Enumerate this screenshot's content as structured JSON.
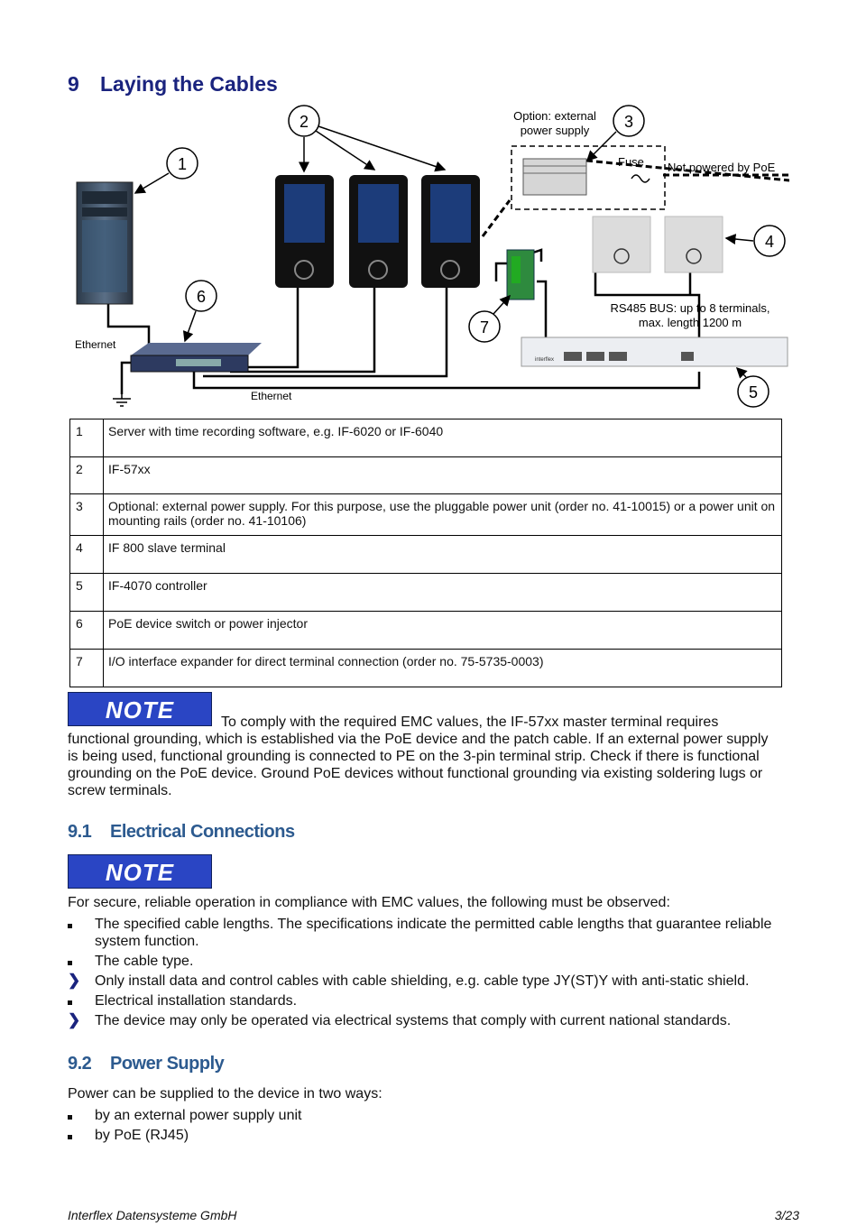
{
  "heading": {
    "number": "9",
    "title": "Laying the Cables"
  },
  "diagram": {
    "callouts": [
      "1",
      "2",
      "3",
      "4",
      "5",
      "6",
      "7"
    ],
    "option_label_1": "Option: external",
    "option_label_2": "power supply",
    "fuse_label": "Fuse",
    "not_powered_label": "Not powered by PoE",
    "rs485_label_1": "RS485 BUS: up to 8 terminals,",
    "rs485_label_2": "max. length 1200 m",
    "ethernet_left": "Ethernet",
    "ethernet_bottom": "Ethernet",
    "controller_brand": "interflex"
  },
  "legend": [
    {
      "num": "1",
      "text": "Server with time recording software, e.g. IF-6020 or IF-6040"
    },
    {
      "num": "2",
      "text": "IF-57xx"
    },
    {
      "num": "3",
      "text": "Optional: external power supply. For this purpose, use the pluggable power unit (order no. 41-10015) or a power unit on mounting rails (order no. 41-10106)"
    },
    {
      "num": "4",
      "text": "IF 800 slave terminal"
    },
    {
      "num": "5",
      "text": "IF-4070 controller"
    },
    {
      "num": "6",
      "text": "PoE device switch or power injector"
    },
    {
      "num": "7",
      "text": "I/O interface expander for direct terminal connection (order no. 75-5735-0003)"
    }
  ],
  "note_label": "NOTE",
  "note_text": "To comply with the required EMC values, the IF-57xx master terminal requires functional grounding, which is established via the PoE device and the patch cable. If an external power supply is being used, functional grounding is connected to PE on the 3-pin terminal strip. Check if there is functional grounding on the PoE device. Ground PoE devices without functional grounding via existing soldering lugs or screw terminals.",
  "section_91": {
    "number": "9.1",
    "title": "Electrical Connections",
    "note_label": "NOTE",
    "intro": "For secure, reliable operation in compliance with EMC values, the following must be observed:",
    "items": [
      {
        "type": "square",
        "text": "The specified cable lengths. The specifications indicate the permitted cable lengths that guarantee reliable system function."
      },
      {
        "type": "square",
        "text": "The cable type."
      },
      {
        "type": "arrow",
        "text": "Only install data and control cables with cable shielding, e.g. cable type JY(ST)Y with anti-static shield."
      },
      {
        "type": "square",
        "text": "Electrical installation standards."
      },
      {
        "type": "arrow",
        "text": "The device may only be operated via electrical systems that comply with current national standards."
      }
    ]
  },
  "section_92": {
    "number": "9.2",
    "title": "Power Supply",
    "intro": "Power can be supplied to the device in two ways:",
    "items": [
      {
        "type": "square",
        "text": "by an external power supply unit"
      },
      {
        "type": "square",
        "text": "by PoE (RJ45)"
      }
    ]
  },
  "footer": {
    "company": "Interflex Datensysteme GmbH",
    "page": "3/23"
  }
}
